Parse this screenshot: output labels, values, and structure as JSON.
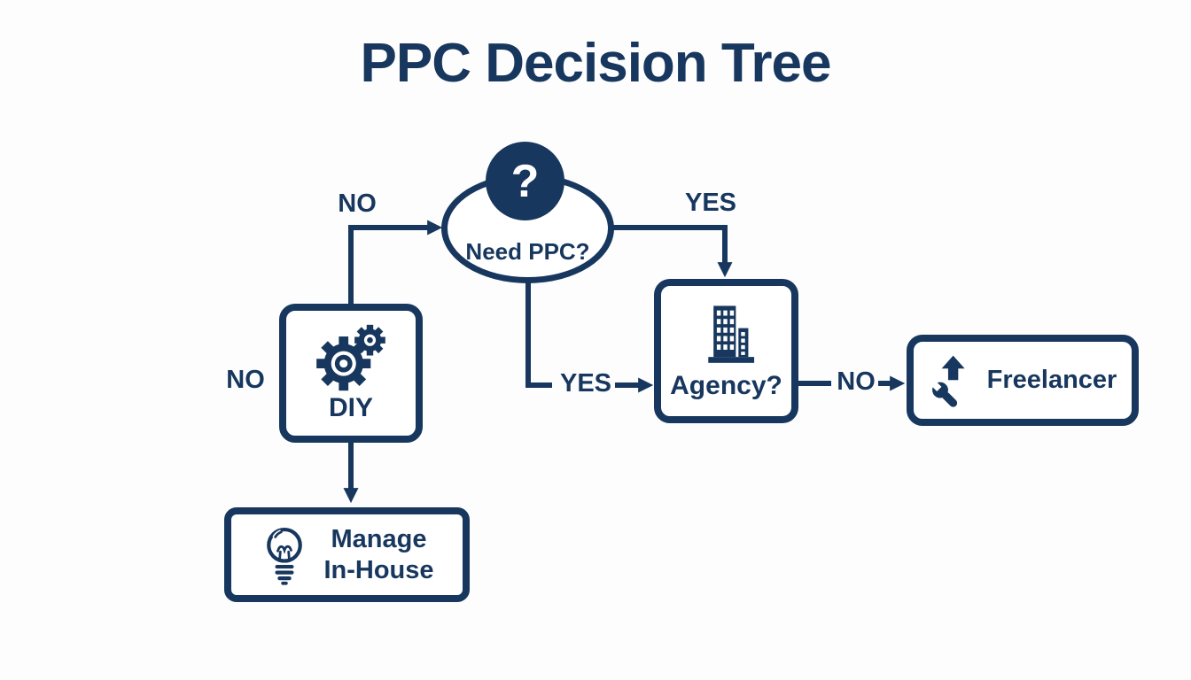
{
  "title": "PPC Decision Tree",
  "colors": {
    "navy": "#17375E",
    "background": "#FDFDFD"
  },
  "nodes": {
    "need_ppc": {
      "label": "Need PPC?",
      "badge": "?",
      "icon": "question-mark-badge"
    },
    "diy": {
      "label": "DIY",
      "icon": "gears-icon"
    },
    "agency": {
      "label": "Agency?",
      "icon": "building-icon"
    },
    "freelancer": {
      "label": "Freelancer",
      "icon": "wrench-arrow-icon"
    },
    "manage_in_house": {
      "label_line1": "Manage",
      "label_line2": "In-House",
      "icon": "lightbulb-icon"
    }
  },
  "edge_labels": {
    "no_top": "NO",
    "yes_top": "YES",
    "no_side": "NO",
    "yes_bottom": "YES",
    "no_right": "NO"
  }
}
